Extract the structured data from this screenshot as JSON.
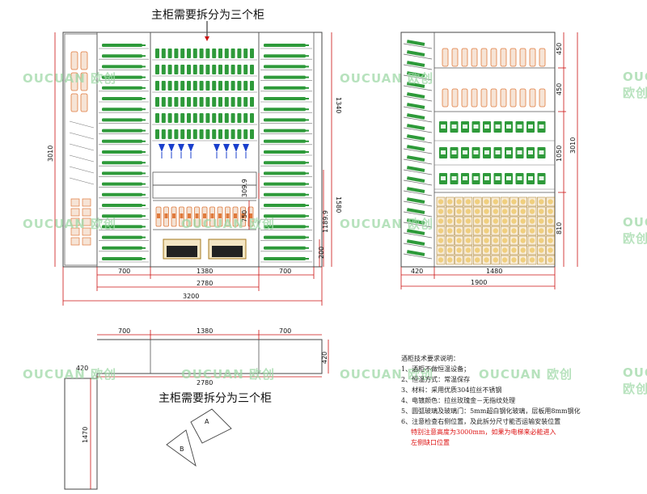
{
  "titles": {
    "top": "主柜需要拆分为三个柜",
    "middle": "主柜需要拆分为三个柜"
  },
  "front_view": {
    "overall_height": "3010",
    "right_height_1340": "1340",
    "right_height_1580": "1580",
    "right_height_1189_9": "1189.9",
    "drawer_height": "309.9",
    "rack_height": "750",
    "base_height": "200",
    "widths": [
      "700",
      "1380",
      "700"
    ],
    "inner_total": "2780",
    "overall_total": "3200"
  },
  "side_view": {
    "shelf_heights": [
      "450",
      "450",
      "1050",
      "810"
    ],
    "overall_height": "3010",
    "widths": [
      "420",
      "1480"
    ],
    "overall_total": "1900"
  },
  "plan_view": {
    "widths": [
      "700",
      "1380",
      "700"
    ],
    "depth_right": "420",
    "depth_left": "420",
    "total": "2780",
    "side_length": "1470",
    "section_a": "A",
    "section_b": "B"
  },
  "notes": {
    "title": "酒柜技术要求说明：",
    "items": [
      "1、酒柜不做恒温设备；",
      "2、恒温方式：常温保存",
      "3、材料：采用优质304拉丝不锈钢",
      "4、电镀颜色：拉丝玫瑰金－无指纹处理",
      "5、圆弧玻璃及玻璃门：5mm超白钢化玻璃，层板用8mm钢化",
      "6、注意检查右侧位置，及此拆分尺寸能否运输安装位置"
    ],
    "warning_1": "特别注意高度为3000mm，如果为电梯来必能进入",
    "warning_2": "左侧缺口位置"
  },
  "watermark": {
    "brand": "OUCUAN 欧创"
  },
  "colors": {
    "line": "#333333",
    "dimension": "#cc1111",
    "bottle": "#2e9a3a",
    "bottle_orange": "#e07a3c",
    "glass": "#1a3fcc",
    "crate": "#a3781f"
  }
}
